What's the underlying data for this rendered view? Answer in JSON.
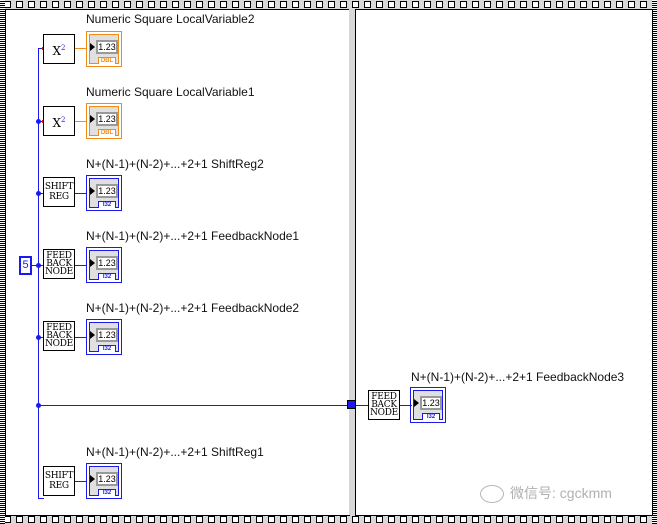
{
  "diagram": {
    "constant": {
      "value": "5",
      "color": "#1a1af0"
    },
    "left_pane": {
      "rows": [
        {
          "label": "Numeric Square LocalVariable2",
          "node": "square",
          "node_text": "X",
          "node_sup": "2",
          "indicator_value": "1.23",
          "indicator_type": "DBL"
        },
        {
          "label": "Numeric Square LocalVariable1",
          "node": "square",
          "node_text": "X",
          "node_sup": "2",
          "indicator_value": "1.23",
          "indicator_type": "DBL"
        },
        {
          "label": "N+(N-1)+(N-2)+...+2+1 ShiftReg2",
          "node": "shift",
          "node_line1": "SHIFT",
          "node_line2": "REG",
          "indicator_value": "1.23",
          "indicator_type": "I32"
        },
        {
          "label": "N+(N-1)+(N-2)+...+2+1 FeedbackNode1",
          "node": "feedback",
          "node_line1": "FEED",
          "node_line2": "BACK",
          "node_line3": "NODE",
          "indicator_value": "1.23",
          "indicator_type": "I32"
        },
        {
          "label": "N+(N-1)+(N-2)+...+2+1 FeedbackNode2",
          "node": "feedback",
          "node_line1": "FEED",
          "node_line2": "BACK",
          "node_line3": "NODE",
          "indicator_value": "1.23",
          "indicator_type": "I32"
        },
        {
          "label": "N+(N-1)+(N-2)+...+2+1 ShiftReg1",
          "node": "shift",
          "node_line1": "SHIFT",
          "node_line2": "REG",
          "indicator_value": "1.23",
          "indicator_type": "I32"
        }
      ]
    },
    "right_pane": {
      "rows": [
        {
          "label": "N+(N-1)+(N-2)+...+2+1 FeedbackNode3",
          "node": "feedback",
          "node_line1": "FEED",
          "node_line2": "BACK",
          "node_line3": "NODE",
          "indicator_value": "1.23",
          "indicator_type": "I32"
        }
      ]
    },
    "watermark": "微信号: cgckmm",
    "colors": {
      "int_wire": "#1a1af0",
      "dbl_wire": "#f08c14",
      "frame": "#d8d8d8"
    }
  }
}
